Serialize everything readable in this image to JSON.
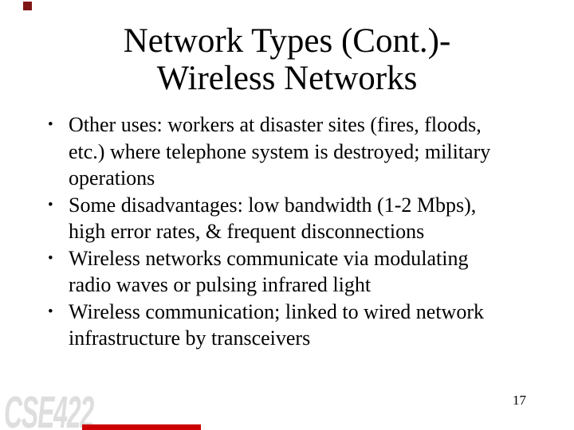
{
  "slide": {
    "title_line1": "Network Types (Cont.)-",
    "title_line2": "Wireless Networks",
    "bullet_glyph": "•",
    "bullets": [
      {
        "lines": [
          "Other uses: workers at disaster sites (fires, floods,",
          "etc.) where telephone system is destroyed; military",
          "operations"
        ]
      },
      {
        "lines": [
          "Some disadvantages: low bandwidth (1-2 Mbps),",
          "high error rates, & frequent disconnections"
        ]
      },
      {
        "lines": [
          "Wireless networks communicate via modulating",
          "radio waves or pulsing infrared light"
        ]
      },
      {
        "lines": [
          "Wireless communication; linked to wired network",
          "infrastructure by transceivers"
        ]
      }
    ],
    "page_number": "17",
    "watermark": "CSE422",
    "colors": {
      "background": "#ffffff",
      "text": "#000000",
      "watermark": "#dedede",
      "top_mark": "#801515",
      "progress_bar": "#cc0000"
    }
  }
}
